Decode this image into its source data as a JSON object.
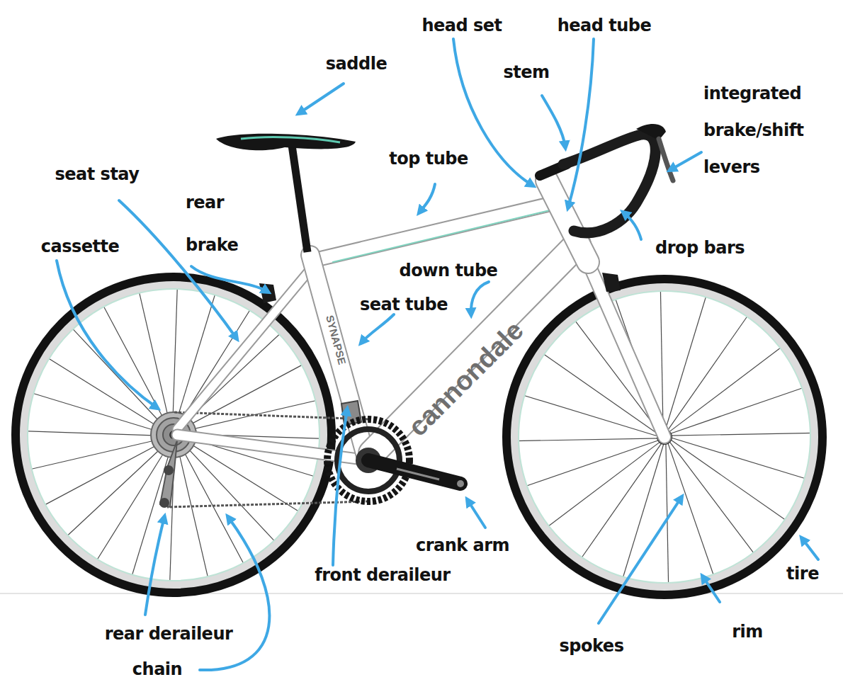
{
  "diagram": {
    "labels": [
      "head set",
      "head tube",
      "saddle",
      "stem",
      "integrated brake/shift levers",
      "seat stay",
      "rear brake",
      "top tube",
      "cassette",
      "drop bars",
      "down tube",
      "seat tube",
      "SYNAPSE",
      "cannondale",
      "crank arm",
      "front deraileur",
      "tire",
      "rim",
      "spokes",
      "rear deraileur",
      "chain"
    ]
  }
}
